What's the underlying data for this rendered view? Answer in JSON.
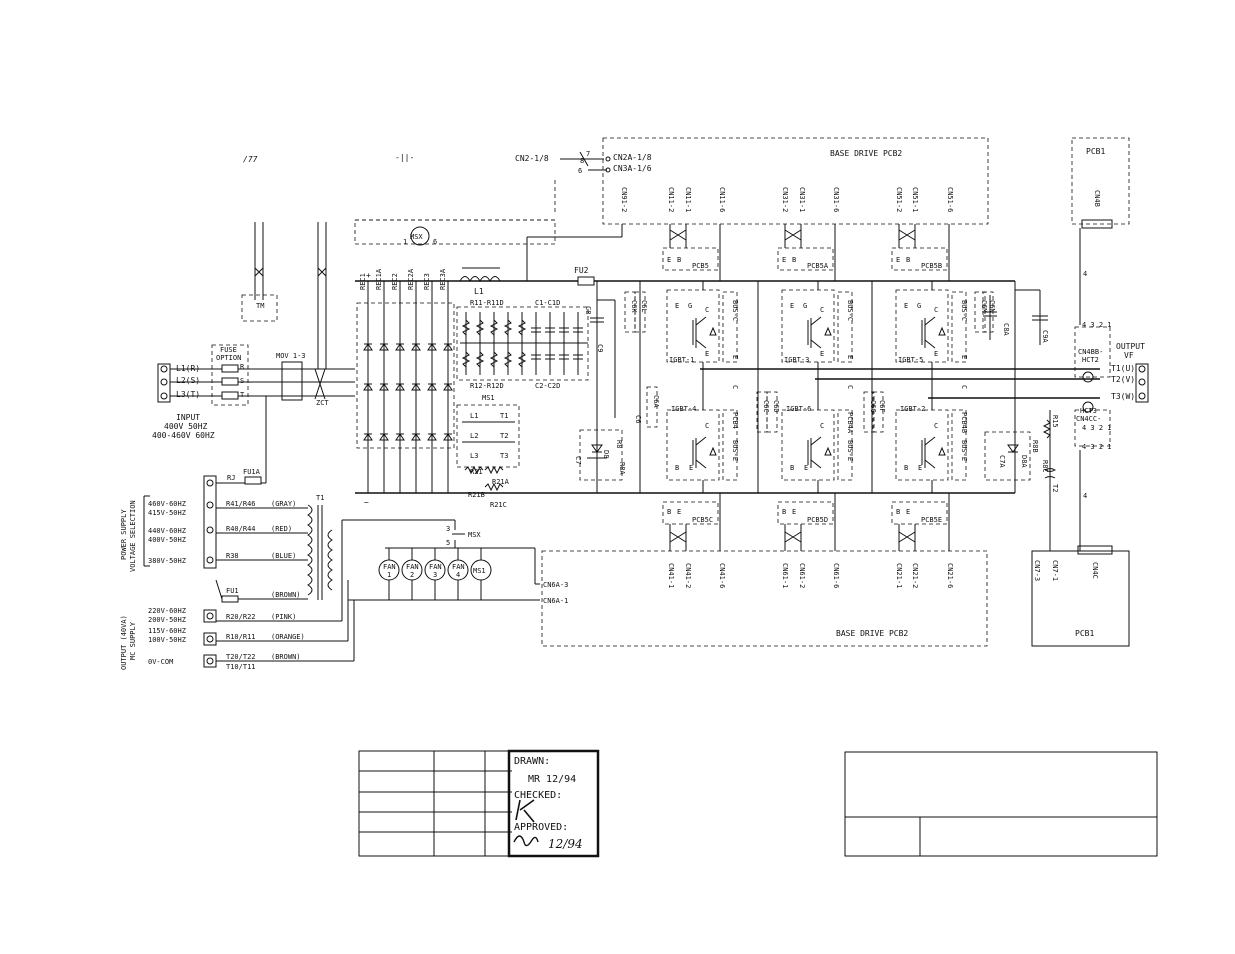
{
  "header": {
    "main_connectors": "CN2-1/8",
    "cn2a": "CN2A-1/8",
    "cn3a": "CN3A-1/6",
    "pin7": "7",
    "pin8": "8",
    "pin6": "6"
  },
  "boards": {
    "base_drive_top": "BASE DRIVE PCB2",
    "base_drive_bottom": "BASE DRIVE PCB2",
    "pcb1_top": "PCB1",
    "pcb1_bottom": "PCB1"
  },
  "top_connectors": [
    "CN91-2",
    "CN11-2",
    "CN11-1",
    "CN11-6",
    "CN31-2",
    "CN31-1",
    "CN31-6",
    "CN51-2",
    "CN51-1",
    "CN51-6"
  ],
  "bottom_connectors": [
    "CN41-1",
    "CN41-2",
    "CN41-6",
    "CN61-1",
    "CN61-2",
    "CN61-6",
    "CN21-1",
    "CN21-2",
    "CN21-6"
  ],
  "pcb1_connectors": {
    "top": "CN4B",
    "bottom_a": "CN7-3",
    "bottom_b": "CN7-1",
    "bottom_c": "CN4C"
  },
  "modules": {
    "pcb_top": [
      "PCB5",
      "PCB5A",
      "PCB5B"
    ],
    "pcb_bottom": [
      "PCB5C",
      "PCB5D",
      "PCB5E"
    ],
    "igbt_top": [
      "IGBT-1",
      "IGBT-3",
      "IGBT-5"
    ],
    "igbt_bottom": [
      "IGBT-4",
      "IGBT-6",
      "IGBT-2"
    ],
    "pcb_mid": [
      "PCB4",
      "PCB4A",
      "PCB4B"
    ],
    "bus_top": "BUS-C",
    "bus_bottom": "BUS-E",
    "pin_e": "E",
    "pin_b": "B",
    "pin_c": "C",
    "pin_g": "G"
  },
  "rectifiers": [
    "REC1",
    "REC1A",
    "REC2",
    "REC2A",
    "REC3",
    "REC3A"
  ],
  "components": {
    "l1": "L1",
    "fu2": "FU2",
    "resistor_bank_top": "R11-R11D",
    "resistor_bank_bottom": "R12-R12D",
    "cap_bank_top": "C1-C1D",
    "cap_bank_bottom": "C2-C2D",
    "c8": "C8",
    "c9": "C9",
    "c7": "C7",
    "d8": "D8",
    "r8": "R8",
    "r8a": "R8A",
    "ms1": "MS1",
    "ms1_l": [
      "L1",
      "L2",
      "L3"
    ],
    "ms1_t": [
      "T1",
      "T2",
      "T3"
    ],
    "r21": "R21",
    "r21a": "R21A",
    "r21b": "R21B",
    "r21c": "R21C",
    "msx": "MSX",
    "msx_pin1": "1",
    "msx_pin6": "6",
    "tm": "TM",
    "zct": "ZCT",
    "mov": "MOV 1-3",
    "fuse_option": [
      "FUSE",
      "OPTION"
    ],
    "phase_letters": [
      "R",
      "S",
      "T"
    ],
    "plus": "+",
    "minus": "−",
    "caps_mid": [
      "C6",
      "C6A",
      "C6B",
      "C6C",
      "C6D",
      "C6E",
      "C6F",
      "C6G",
      "C6H",
      "C6I",
      "C6J",
      "C6K",
      "C6L",
      "C6M",
      "C6N"
    ],
    "c8a": "C8A",
    "c9a": "C9A",
    "c7a": "C7A",
    "d8a": "D8A",
    "r8b": "R8B",
    "r8c": "R8C",
    "r15": "R15",
    "t2": "T2",
    "hct2": [
      "CN4BB-",
      "HCT2"
    ],
    "hct3": [
      "HCT3",
      "CN4CC-"
    ],
    "pins4321": "4 3 2 1",
    "lead4": "4",
    "rj": "RJ",
    "fu1a": "FU1A",
    "fu1": "FU1",
    "t1": "T1",
    "msx3": "3",
    "msx5": "5",
    "msx_bottom": "MSX",
    "fans": [
      {
        "top": "FAN",
        "bot": "1"
      },
      {
        "top": "FAN",
        "bot": "2"
      },
      {
        "top": "FAN",
        "bot": "3"
      },
      {
        "top": "FAN",
        "bot": "4"
      }
    ],
    "ms1_coil": "MS1",
    "cn6a3": "CN6A-3",
    "cn6a1": "CN6A-1"
  },
  "input": {
    "terminals": [
      "L1(R)",
      "L2(S)",
      "L3(T)"
    ],
    "label": "INPUT",
    "line1": "400V 50HZ",
    "line2": "400-460V 60HZ"
  },
  "output": {
    "label_a": "OUTPUT",
    "label_b": "VF",
    "terminals": [
      "T1(U)",
      "T2(V)",
      "T3(W)"
    ]
  },
  "power_supply": {
    "side_label_a": "POWER SUPPLY",
    "side_label_b": "VOLTAGE SELECTION",
    "rows": [
      {
        "v1": "460V-60HZ",
        "v2": "415V-50HZ",
        "tap": "R41/R46",
        "color": "(GRAY)"
      },
      {
        "v1": "440V-60HZ",
        "v2": "400V-50HZ",
        "tap": "R40/R44",
        "color": "(RED)"
      },
      {
        "v1": "380V-50HZ",
        "v2": "",
        "tap": "R38",
        "color": "(BLUE)"
      }
    ],
    "brown": "(BROWN)"
  },
  "mc_supply": {
    "side_label_a": "OUTPUT (40VA)",
    "side_label_b": "MC SUPPLY",
    "rows": [
      {
        "v1": "220V-60HZ",
        "v2": "200V-50HZ",
        "tap": "R20/R22",
        "color": "(PINK)"
      },
      {
        "v1": "115V-60HZ",
        "v2": "100V-50HZ",
        "tap": "R10/R11",
        "color": "(ORANGE)"
      },
      {
        "v1": "0V-COM",
        "v2": "",
        "tap": "T20/T22",
        "tap2": "T10/T11",
        "color": "(BROWN)"
      }
    ]
  },
  "title_block": {
    "drawn_label": "DRAWN:",
    "drawn_value": "MR 12/94",
    "checked_label": "CHECKED:",
    "approved_label": "APPROVED:",
    "approved_value": "12/94"
  }
}
